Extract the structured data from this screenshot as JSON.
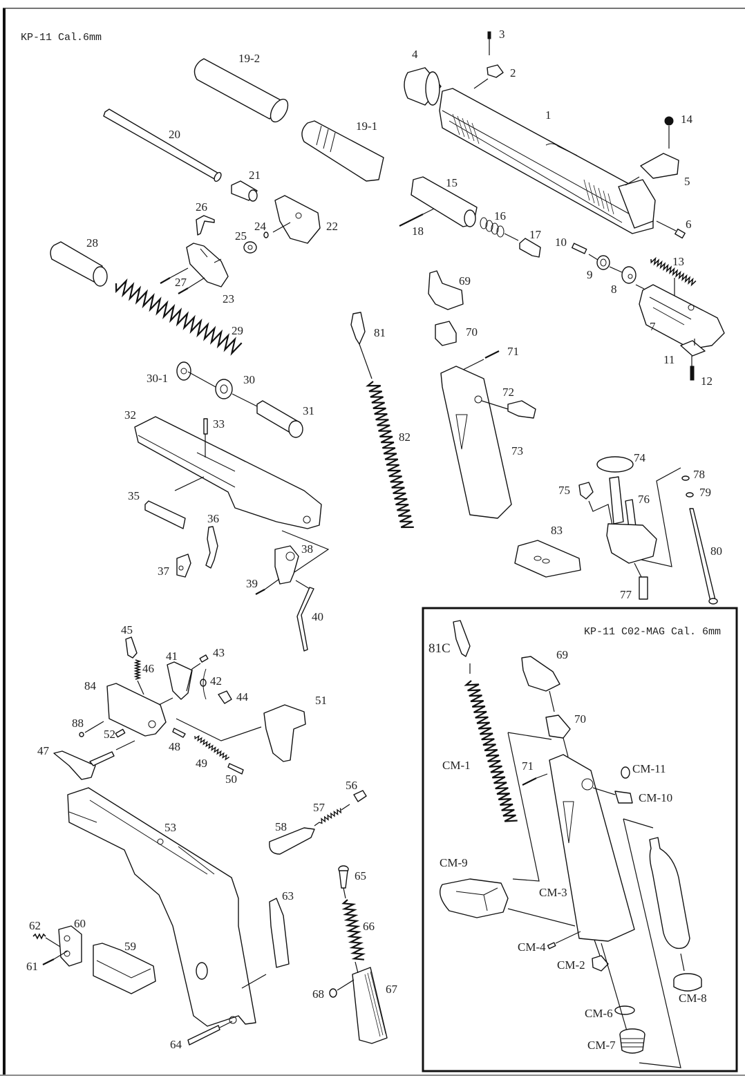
{
  "main_panel": {
    "title": "KP-11 Cal.6mm",
    "labels": {
      "p1": "1",
      "p2": "2",
      "p3": "3",
      "p4": "4",
      "p5": "5",
      "p6": "6",
      "p7": "7",
      "p8": "8",
      "p9": "9",
      "p10": "10",
      "p11": "11",
      "p12": "12",
      "p13": "13",
      "p14": "14",
      "p15": "15",
      "p16": "16",
      "p17": "17",
      "p18": "18",
      "p19_1": "19-1",
      "p19_2": "19-2",
      "p20": "20",
      "p21": "21",
      "p22": "22",
      "p23": "23",
      "p24": "24",
      "p25": "25",
      "p26": "26",
      "p27": "27",
      "p28": "28",
      "p29": "29",
      "p30": "30",
      "p30_1": "30-1",
      "p31": "31",
      "p32": "32",
      "p33": "33",
      "p35": "35",
      "p36": "36",
      "p37": "37",
      "p38": "38",
      "p39": "39",
      "p40": "40",
      "p41": "41",
      "p42": "42",
      "p43": "43",
      "p44": "44",
      "p45": "45",
      "p46": "46",
      "p47": "47",
      "p48": "48",
      "p49": "49",
      "p50": "50",
      "p51": "51",
      "p52": "52",
      "p53": "53",
      "p56": "56",
      "p57": "57",
      "p58": "58",
      "p59": "59",
      "p60": "60",
      "p61": "61",
      "p62": "62",
      "p63": "63",
      "p64": "64",
      "p65": "65",
      "p66": "66",
      "p67": "67",
      "p68": "68",
      "p69": "69",
      "p70": "70",
      "p71": "71",
      "p72": "72",
      "p73": "73",
      "p74": "74",
      "p75": "75",
      "p76": "76",
      "p77": "77",
      "p78": "78",
      "p79": "79",
      "p80": "80",
      "p81": "81",
      "p82": "82",
      "p83": "83",
      "p84": "84",
      "p88": "88"
    }
  },
  "inset_panel": {
    "title": "KP-11 C02-MAG Cal. 6mm",
    "labels": {
      "p81c": "81C",
      "p69": "69",
      "p70": "70",
      "p71": "71",
      "cm1": "CM-1",
      "cm2": "CM-2",
      "cm3": "CM-3",
      "cm4": "CM-4",
      "cm6": "CM-6",
      "cm7": "CM-7",
      "cm8": "CM-8",
      "cm9": "CM-9",
      "cm10": "CM-10",
      "cm11": "CM-11"
    }
  }
}
